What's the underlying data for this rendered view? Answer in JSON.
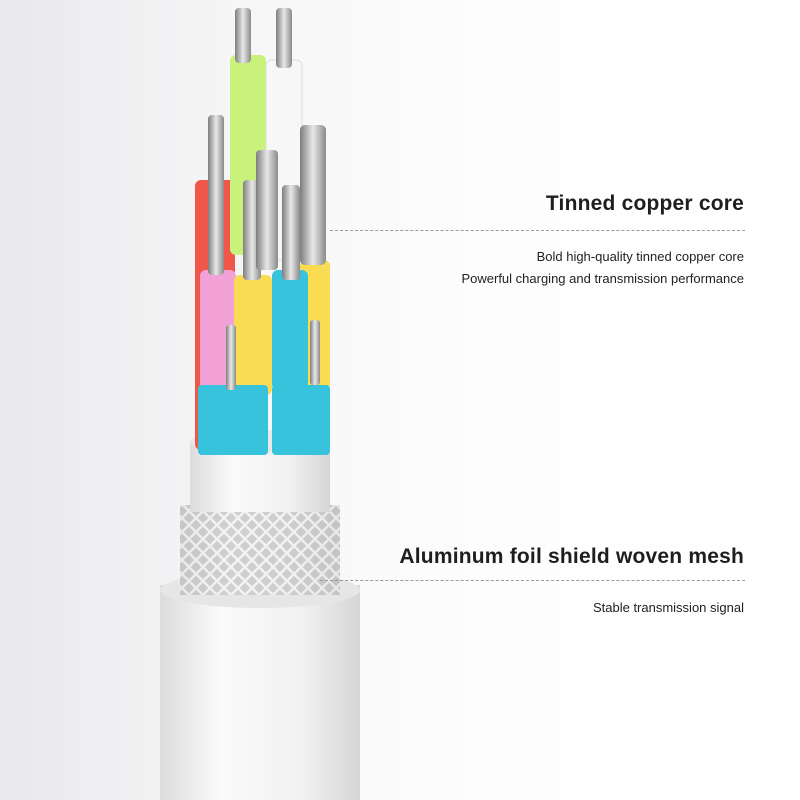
{
  "callouts": [
    {
      "title": "Tinned copper core",
      "lines": [
        "Bold high-quality tinned copper core",
        "Powerful charging and transmission performance"
      ]
    },
    {
      "title": "Aluminum foil shield woven mesh",
      "lines": [
        "Stable transmission signal"
      ]
    }
  ],
  "colors": {
    "wire_green": "#c9f27a",
    "wire_red": "#f0574a",
    "wire_pink": "#f3a2d8",
    "wire_yellow": "#f9dc52",
    "wire_cyan": "#38c3dd",
    "jacket": "#f4f4f4"
  }
}
